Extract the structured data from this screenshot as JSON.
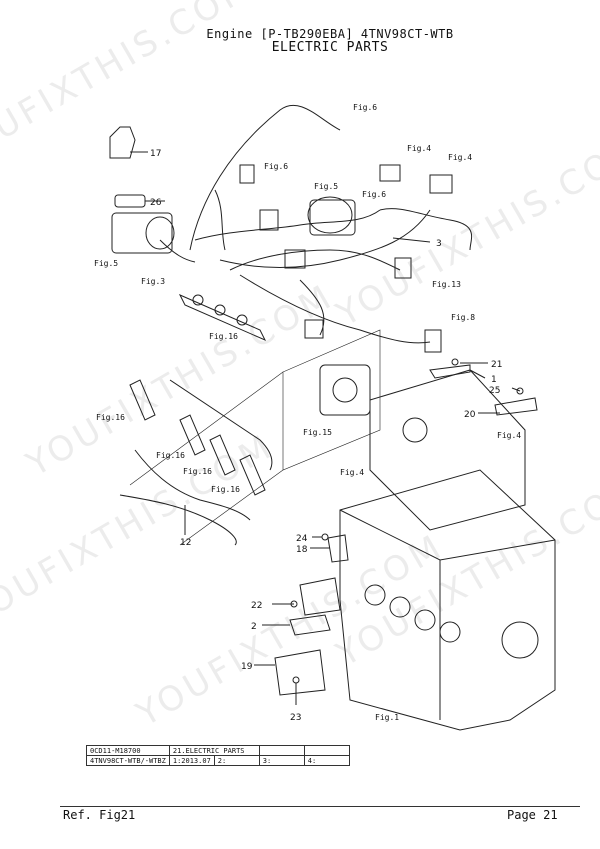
{
  "header": {
    "line1": "Engine [P-TB290EBA]  4TNV98CT-WTB",
    "line2": "ELECTRIC PARTS"
  },
  "watermark": "YOUFIXTHIS.COM",
  "fig_labels": {
    "fig6_top": "Fig.6",
    "fig6_mid": "Fig.6",
    "fig6_right": "Fig.6",
    "fig5_mid": "Fig.5",
    "fig4_a": "Fig.4",
    "fig4_b": "Fig.4",
    "fig5_left": "Fig.5",
    "fig3": "Fig.3",
    "fig16_top": "Fig.16",
    "fig13": "Fig.13",
    "fig8": "Fig.8",
    "fig16_left": "Fig.16",
    "fig15": "Fig.15",
    "fig16_a": "Fig.16",
    "fig16_b": "Fig.16",
    "fig16_c": "Fig.16",
    "fig4_cover": "Fig.4",
    "fig4_block": "Fig.4",
    "fig1": "Fig.1"
  },
  "callouts": {
    "c17": "17",
    "c26": "26",
    "c3": "3",
    "c21": "21",
    "c1": "1",
    "c25": "25",
    "c20": "20",
    "c12": "12",
    "c24": "24",
    "c18": "18",
    "c22": "22",
    "c2": "2",
    "c19": "19",
    "c23": "23"
  },
  "info_table": {
    "r1c1": "0CD11-M18700",
    "r1c2": "21.ELECTRIC PARTS",
    "r2c1": "4TNV98CT-WTB/-WTBZ",
    "r2c2": "1:2013.07",
    "r2c3": "2:",
    "r2c4": "3:",
    "r2c5": "4:"
  },
  "footer": {
    "ref": "Ref.   Fig21",
    "page": "Page   21"
  }
}
